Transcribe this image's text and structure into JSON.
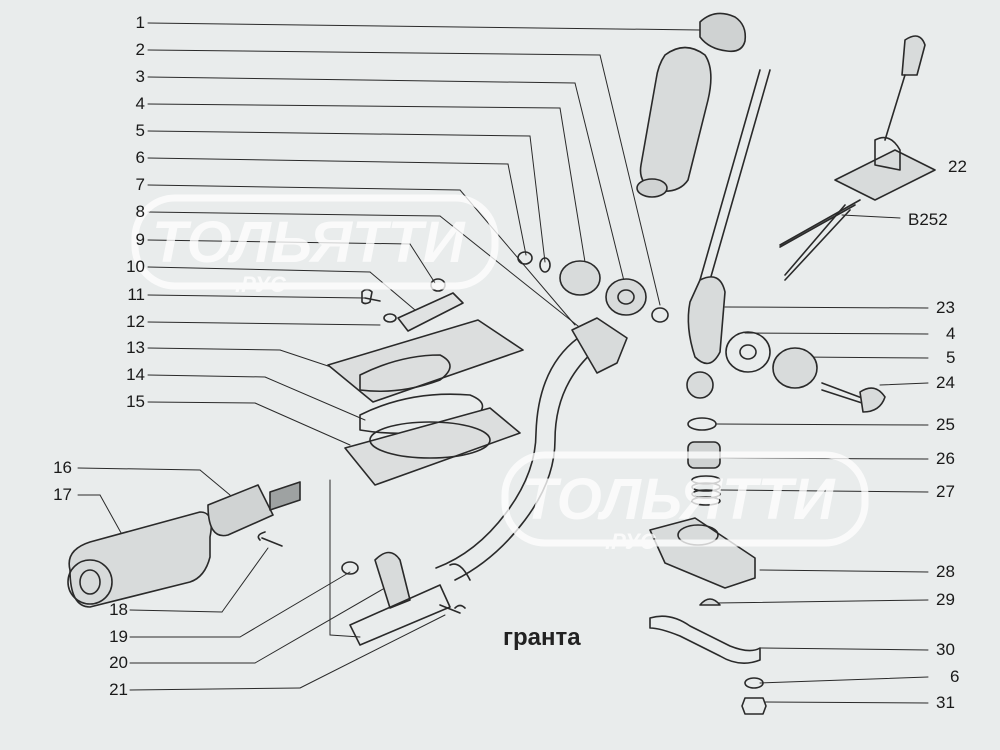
{
  "diagram": {
    "caption": "гранта",
    "code_label": "B252",
    "callouts_left": [
      "1",
      "2",
      "3",
      "4",
      "5",
      "6",
      "7",
      "8",
      "9",
      "10",
      "11",
      "12",
      "13",
      "14",
      "15",
      "16",
      "17",
      "18",
      "19",
      "20",
      "21"
    ],
    "callouts_right": [
      "22",
      "23",
      "4",
      "5",
      "24",
      "25",
      "26",
      "27",
      "28",
      "29",
      "30",
      "6",
      "31"
    ]
  },
  "watermark": {
    "text": "ТОЛЬЯТТИ",
    "subtext": ".РУС"
  },
  "colors": {
    "paper": "#e9ecec",
    "ink": "#1a1a1a",
    "watermark": "#ffffff"
  }
}
